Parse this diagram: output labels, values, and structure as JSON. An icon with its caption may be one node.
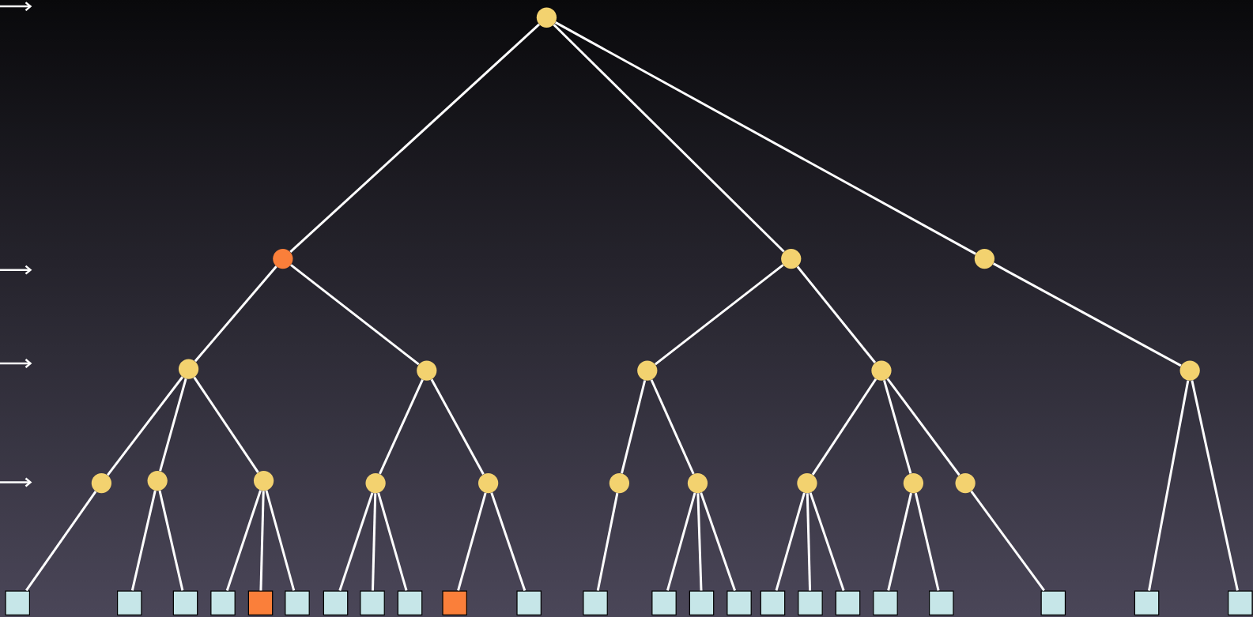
{
  "diagram": {
    "nodes": [
      {
        "text": [],
        "shape": "circle"
      },
      {
        "text": [],
        "shape": "circle"
      },
      {
        "text": [],
        "shape": "circle"
      },
      {
        "text": [],
        "shape": "circle"
      },
      {
        "text": [],
        "shape": "circle"
      },
      {
        "text": [],
        "shape": "circle"
      },
      {
        "text": [],
        "shape": "circle"
      },
      {
        "text": [],
        "shape": "circle"
      },
      {
        "text": [],
        "shape": "circle"
      },
      {
        "text": [],
        "shape": "circle"
      },
      {
        "text": [],
        "shape": "circle"
      },
      {
        "text": [],
        "shape": "circle"
      },
      {
        "text": [],
        "shape": "circle"
      },
      {
        "text": [],
        "shape": "circle"
      },
      {
        "text": [],
        "shape": "circle"
      },
      {
        "text": [],
        "shape": "circle"
      },
      {
        "text": [],
        "shape": "circle"
      },
      {
        "text": [],
        "shape": "circle"
      },
      {
        "text": [],
        "shape": "circle"
      },
      {
        "text": [],
        "shape": "box"
      },
      {
        "text": [],
        "shape": "box"
      },
      {
        "text": [],
        "shape": "box"
      },
      {
        "text": [],
        "shape": "box"
      },
      {
        "text": [],
        "shape": "box"
      },
      {
        "text": [],
        "shape": "box"
      },
      {
        "text": [],
        "shape": "box"
      },
      {
        "text": [],
        "shape": "box"
      },
      {
        "text": [],
        "shape": "box"
      },
      {
        "text": [],
        "shape": "box"
      },
      {
        "text": [],
        "shape": "box"
      },
      {
        "text": [],
        "shape": "box"
      },
      {
        "text": [],
        "shape": "box"
      },
      {
        "text": [],
        "shape": "box"
      },
      {
        "text": [],
        "shape": "box"
      },
      {
        "text": [],
        "shape": "box"
      },
      {
        "text": [],
        "shape": "box"
      },
      {
        "text": [],
        "shape": "box"
      },
      {
        "text": [],
        "shape": "box"
      },
      {
        "text": [],
        "shape": "box"
      },
      {
        "text": [],
        "shape": "box"
      },
      {
        "text": [],
        "shape": "box"
      },
      {
        "text": [],
        "shape": "box"
      }
    ],
    "edges": [
      {
        "from": 0,
        "to": 1,
        "arrow": "none"
      },
      {
        "from": 0,
        "to": 2,
        "arrow": "none"
      },
      {
        "from": 0,
        "to": 3,
        "arrow": "none"
      },
      {
        "from": 1,
        "to": 4,
        "arrow": "none"
      },
      {
        "from": 1,
        "to": 5,
        "arrow": "none"
      },
      {
        "from": 2,
        "to": 6,
        "arrow": "none"
      },
      {
        "from": 2,
        "to": 7,
        "arrow": "none"
      },
      {
        "from": 3,
        "to": 8,
        "arrow": "none"
      },
      {
        "from": 4,
        "to": 9,
        "arrow": "none"
      },
      {
        "from": 4,
        "to": 10,
        "arrow": "none"
      },
      {
        "from": 4,
        "to": 11,
        "arrow": "none"
      },
      {
        "from": 5,
        "to": 12,
        "arrow": "none"
      },
      {
        "from": 5,
        "to": 13,
        "arrow": "none"
      },
      {
        "from": 6,
        "to": 14,
        "arrow": "none"
      },
      {
        "from": 6,
        "to": 15,
        "arrow": "none"
      },
      {
        "from": 7,
        "to": 16,
        "arrow": "none"
      },
      {
        "from": 7,
        "to": 17,
        "arrow": "none"
      },
      {
        "from": 7,
        "to": 18,
        "arrow": "none"
      },
      {
        "from": 9,
        "to": 19,
        "arrow": "none"
      },
      {
        "from": 10,
        "to": 20,
        "arrow": "none"
      },
      {
        "from": 10,
        "to": 21,
        "arrow": "none"
      },
      {
        "from": 11,
        "to": 22,
        "arrow": "none"
      },
      {
        "from": 11,
        "to": 23,
        "arrow": "none"
      },
      {
        "from": 11,
        "to": 24,
        "arrow": "none"
      },
      {
        "from": 12,
        "to": 25,
        "arrow": "none"
      },
      {
        "from": 12,
        "to": 26,
        "arrow": "none"
      },
      {
        "from": 12,
        "to": 27,
        "arrow": "none"
      },
      {
        "from": 13,
        "to": 28,
        "arrow": "none"
      },
      {
        "from": 13,
        "to": 29,
        "arrow": "none"
      },
      {
        "from": 14,
        "to": 30,
        "arrow": "none"
      },
      {
        "from": 15,
        "to": 31,
        "arrow": "none"
      },
      {
        "from": 15,
        "to": 32,
        "arrow": "none"
      },
      {
        "from": 15,
        "to": 33,
        "arrow": "none"
      },
      {
        "from": 16,
        "to": 34,
        "arrow": "none"
      },
      {
        "from": 16,
        "to": 35,
        "arrow": "none"
      },
      {
        "from": 16,
        "to": 36,
        "arrow": "none"
      },
      {
        "from": 17,
        "to": 37,
        "arrow": "none"
      },
      {
        "from": 17,
        "to": 38,
        "arrow": "none"
      },
      {
        "from": 18,
        "to": 39,
        "arrow": "none"
      },
      {
        "from": 8,
        "to": 40,
        "arrow": "none"
      },
      {
        "from": 8,
        "to": 41,
        "arrow": "none"
      }
    ]
  }
}
